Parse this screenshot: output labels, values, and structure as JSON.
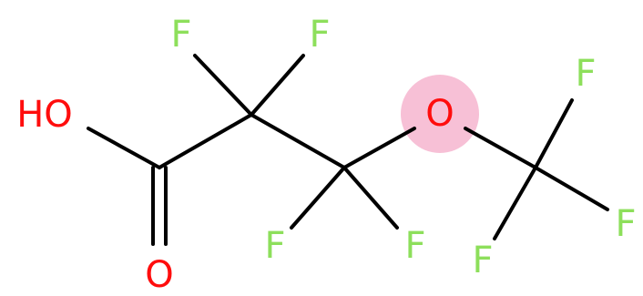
{
  "colors": {
    "fluorine": "#8ddf5b",
    "oxygen": "#ff0d0d",
    "bond": "#000000",
    "highlight": "#f7c0d6"
  },
  "atoms": {
    "hydroxyl": "HO",
    "carbonyl_oxygen": "O",
    "ether_oxygen": "O",
    "f1": "F",
    "f2": "F",
    "f3": "F",
    "f4": "F",
    "f5": "F",
    "f6": "F",
    "f7": "F"
  }
}
